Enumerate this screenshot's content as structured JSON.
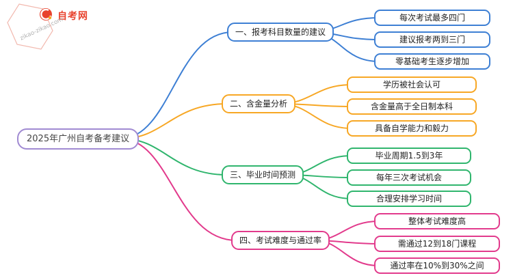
{
  "logo": {
    "title": "自考网",
    "subtitle": "zikao-zikao.com"
  },
  "root": {
    "label": "2025年广州自考备考建议",
    "color": "#a08ad2"
  },
  "branches": [
    {
      "label": "一、报考科目数量的建议",
      "color": "#3d7fd4",
      "children": [
        "每次考试最多四门",
        "建议报考两到三门",
        "零基础考生逐步增加"
      ]
    },
    {
      "label": "二、含金量分析",
      "color": "#f7a724",
      "children": [
        "学历被社会认可",
        "含金量高于全日制本科",
        "具备自学能力和毅力"
      ]
    },
    {
      "label": "三、毕业时间预测",
      "color": "#2fb56d",
      "children": [
        "毕业周期1.5到3年",
        "每年三次考试机会",
        "合理安排学习时间"
      ]
    },
    {
      "label": "四、考试难度与通过率",
      "color": "#e23a8c",
      "children": [
        "整体考试难度高",
        "需通过12到18门课程",
        "通过率在10%到30%之间"
      ]
    }
  ]
}
